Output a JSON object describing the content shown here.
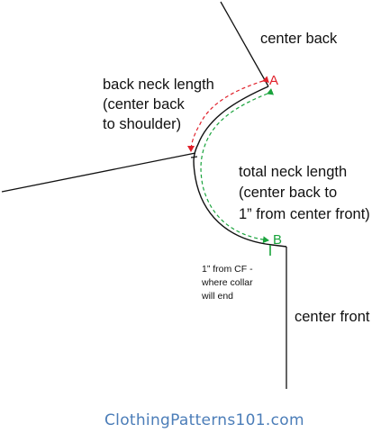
{
  "labels": {
    "center_back": "center back",
    "point_a": "A",
    "back_neck": [
      "back neck length",
      "(center back",
      "to shoulder)"
    ],
    "total_neck": [
      "total neck length",
      "(center back to",
      "1” from center front)"
    ],
    "point_b": "B",
    "cf_note": [
      "1” from CF -",
      "where collar",
      "will end"
    ],
    "center_front": "center front"
  },
  "footer": {
    "site": "ClothingPatterns101.com"
  },
  "colors": {
    "line": "#111111",
    "back_neck_arrow": "#e0202a",
    "total_neck_arrow": "#19a33c",
    "footer": "#4b7db8"
  }
}
